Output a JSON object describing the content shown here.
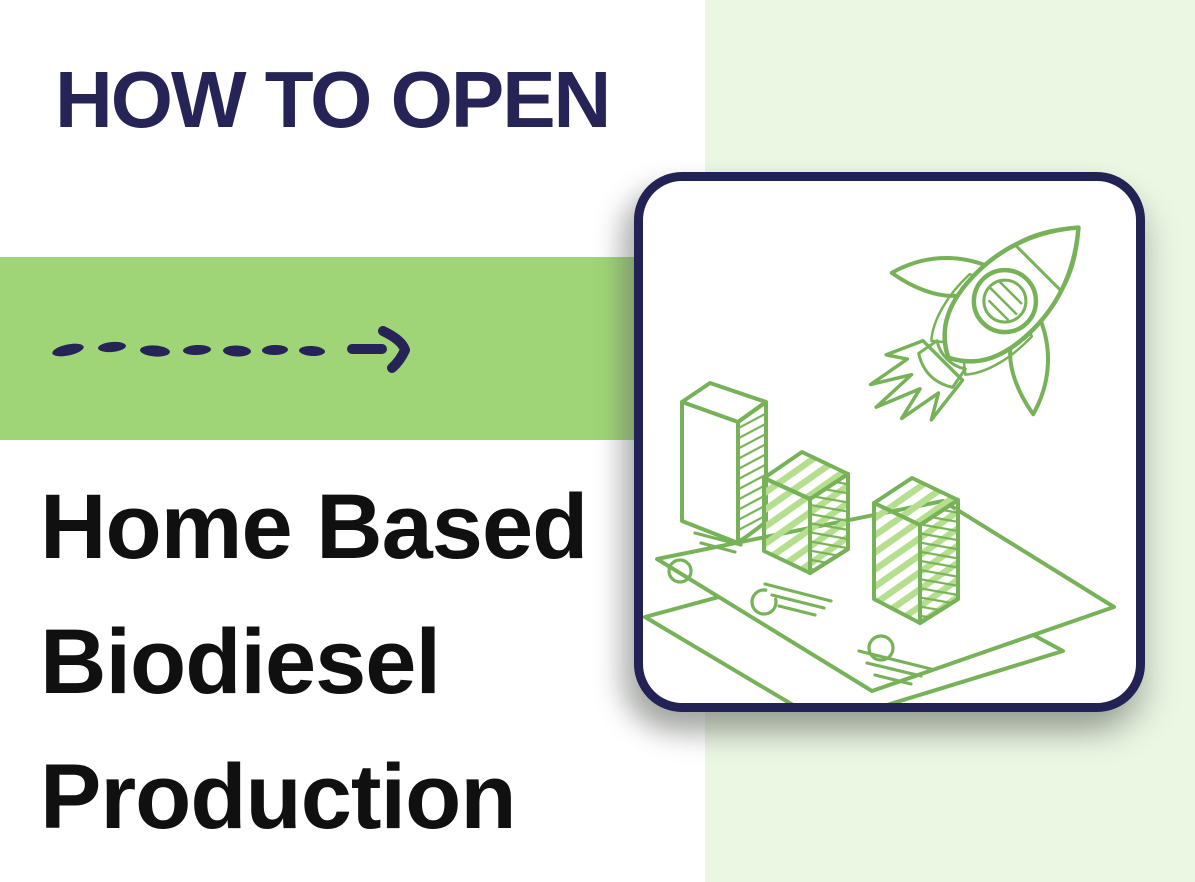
{
  "kicker": "HOW TO OPEN",
  "title": {
    "lines": [
      "Home Based",
      "Biodiesel",
      "Production"
    ]
  },
  "colors": {
    "navy": "#262457",
    "ink": "#101010",
    "band_green": "#9fd576",
    "panel_green": "#ebf6e3",
    "card_border": "#232254",
    "doodle_green": "#77b259",
    "doodle_light": "#b5df8e",
    "white": "#ffffff"
  },
  "icons": {
    "dashed_arrow": "hand-drawn dashed arrow pointing right",
    "rocket": "hand-drawn rocket doodle flying up-right with flames",
    "bar_chart": "hand-drawn 3D bar chart, three hatched bars",
    "banknotes": "two sketched banknotes under the bars"
  }
}
